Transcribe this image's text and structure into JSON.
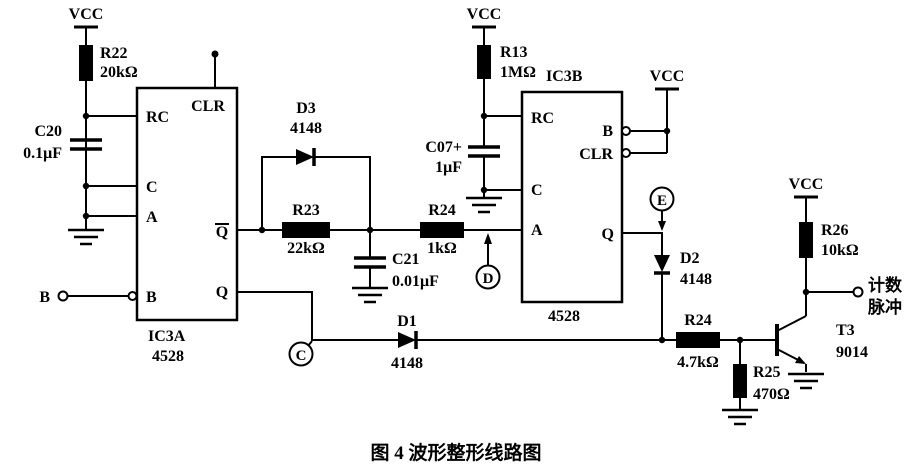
{
  "caption": "图 4  波形整形线路图",
  "power_label": "VCC",
  "ic3a": {
    "name": "IC3A",
    "part": "4528",
    "pin_rc": "RC",
    "pin_clr": "CLR",
    "pin_c": "C",
    "pin_a": "A",
    "pin_qbar": "Q",
    "pin_b": "B",
    "pin_q": "Q"
  },
  "ic3b": {
    "name": "IC3B",
    "part": "4528",
    "pin_rc": "RC",
    "pin_b": "B",
    "pin_clr": "CLR",
    "pin_c": "C",
    "pin_a": "A",
    "pin_q": "Q"
  },
  "components": {
    "r22": {
      "ref": "R22",
      "value": "20kΩ"
    },
    "r13": {
      "ref": "R13",
      "value": "1MΩ"
    },
    "r23": {
      "ref": "R23",
      "value": "22kΩ"
    },
    "r24a": {
      "ref": "R24",
      "value": "1kΩ"
    },
    "r24b": {
      "ref": "R24",
      "value": "4.7kΩ"
    },
    "r25": {
      "ref": "R25",
      "value": "470Ω"
    },
    "r26": {
      "ref": "R26",
      "value": "10kΩ"
    },
    "c20": {
      "ref": "C20",
      "value": "0.1μF"
    },
    "c21": {
      "ref": "C21",
      "value": "0.01μF"
    },
    "c07": {
      "ref": "C07+",
      "value": "1μF"
    },
    "d1": {
      "ref": "D1",
      "value": "4148"
    },
    "d2": {
      "ref": "D2",
      "value": "4148"
    },
    "d3": {
      "ref": "D3",
      "value": "4148"
    },
    "t3": {
      "ref": "T3",
      "value": "9014"
    }
  },
  "nodes": {
    "input_b": "B",
    "node_c": "C",
    "node_d": "D",
    "node_e": "E"
  },
  "output": {
    "line1": "计数",
    "line2": "脉冲"
  }
}
